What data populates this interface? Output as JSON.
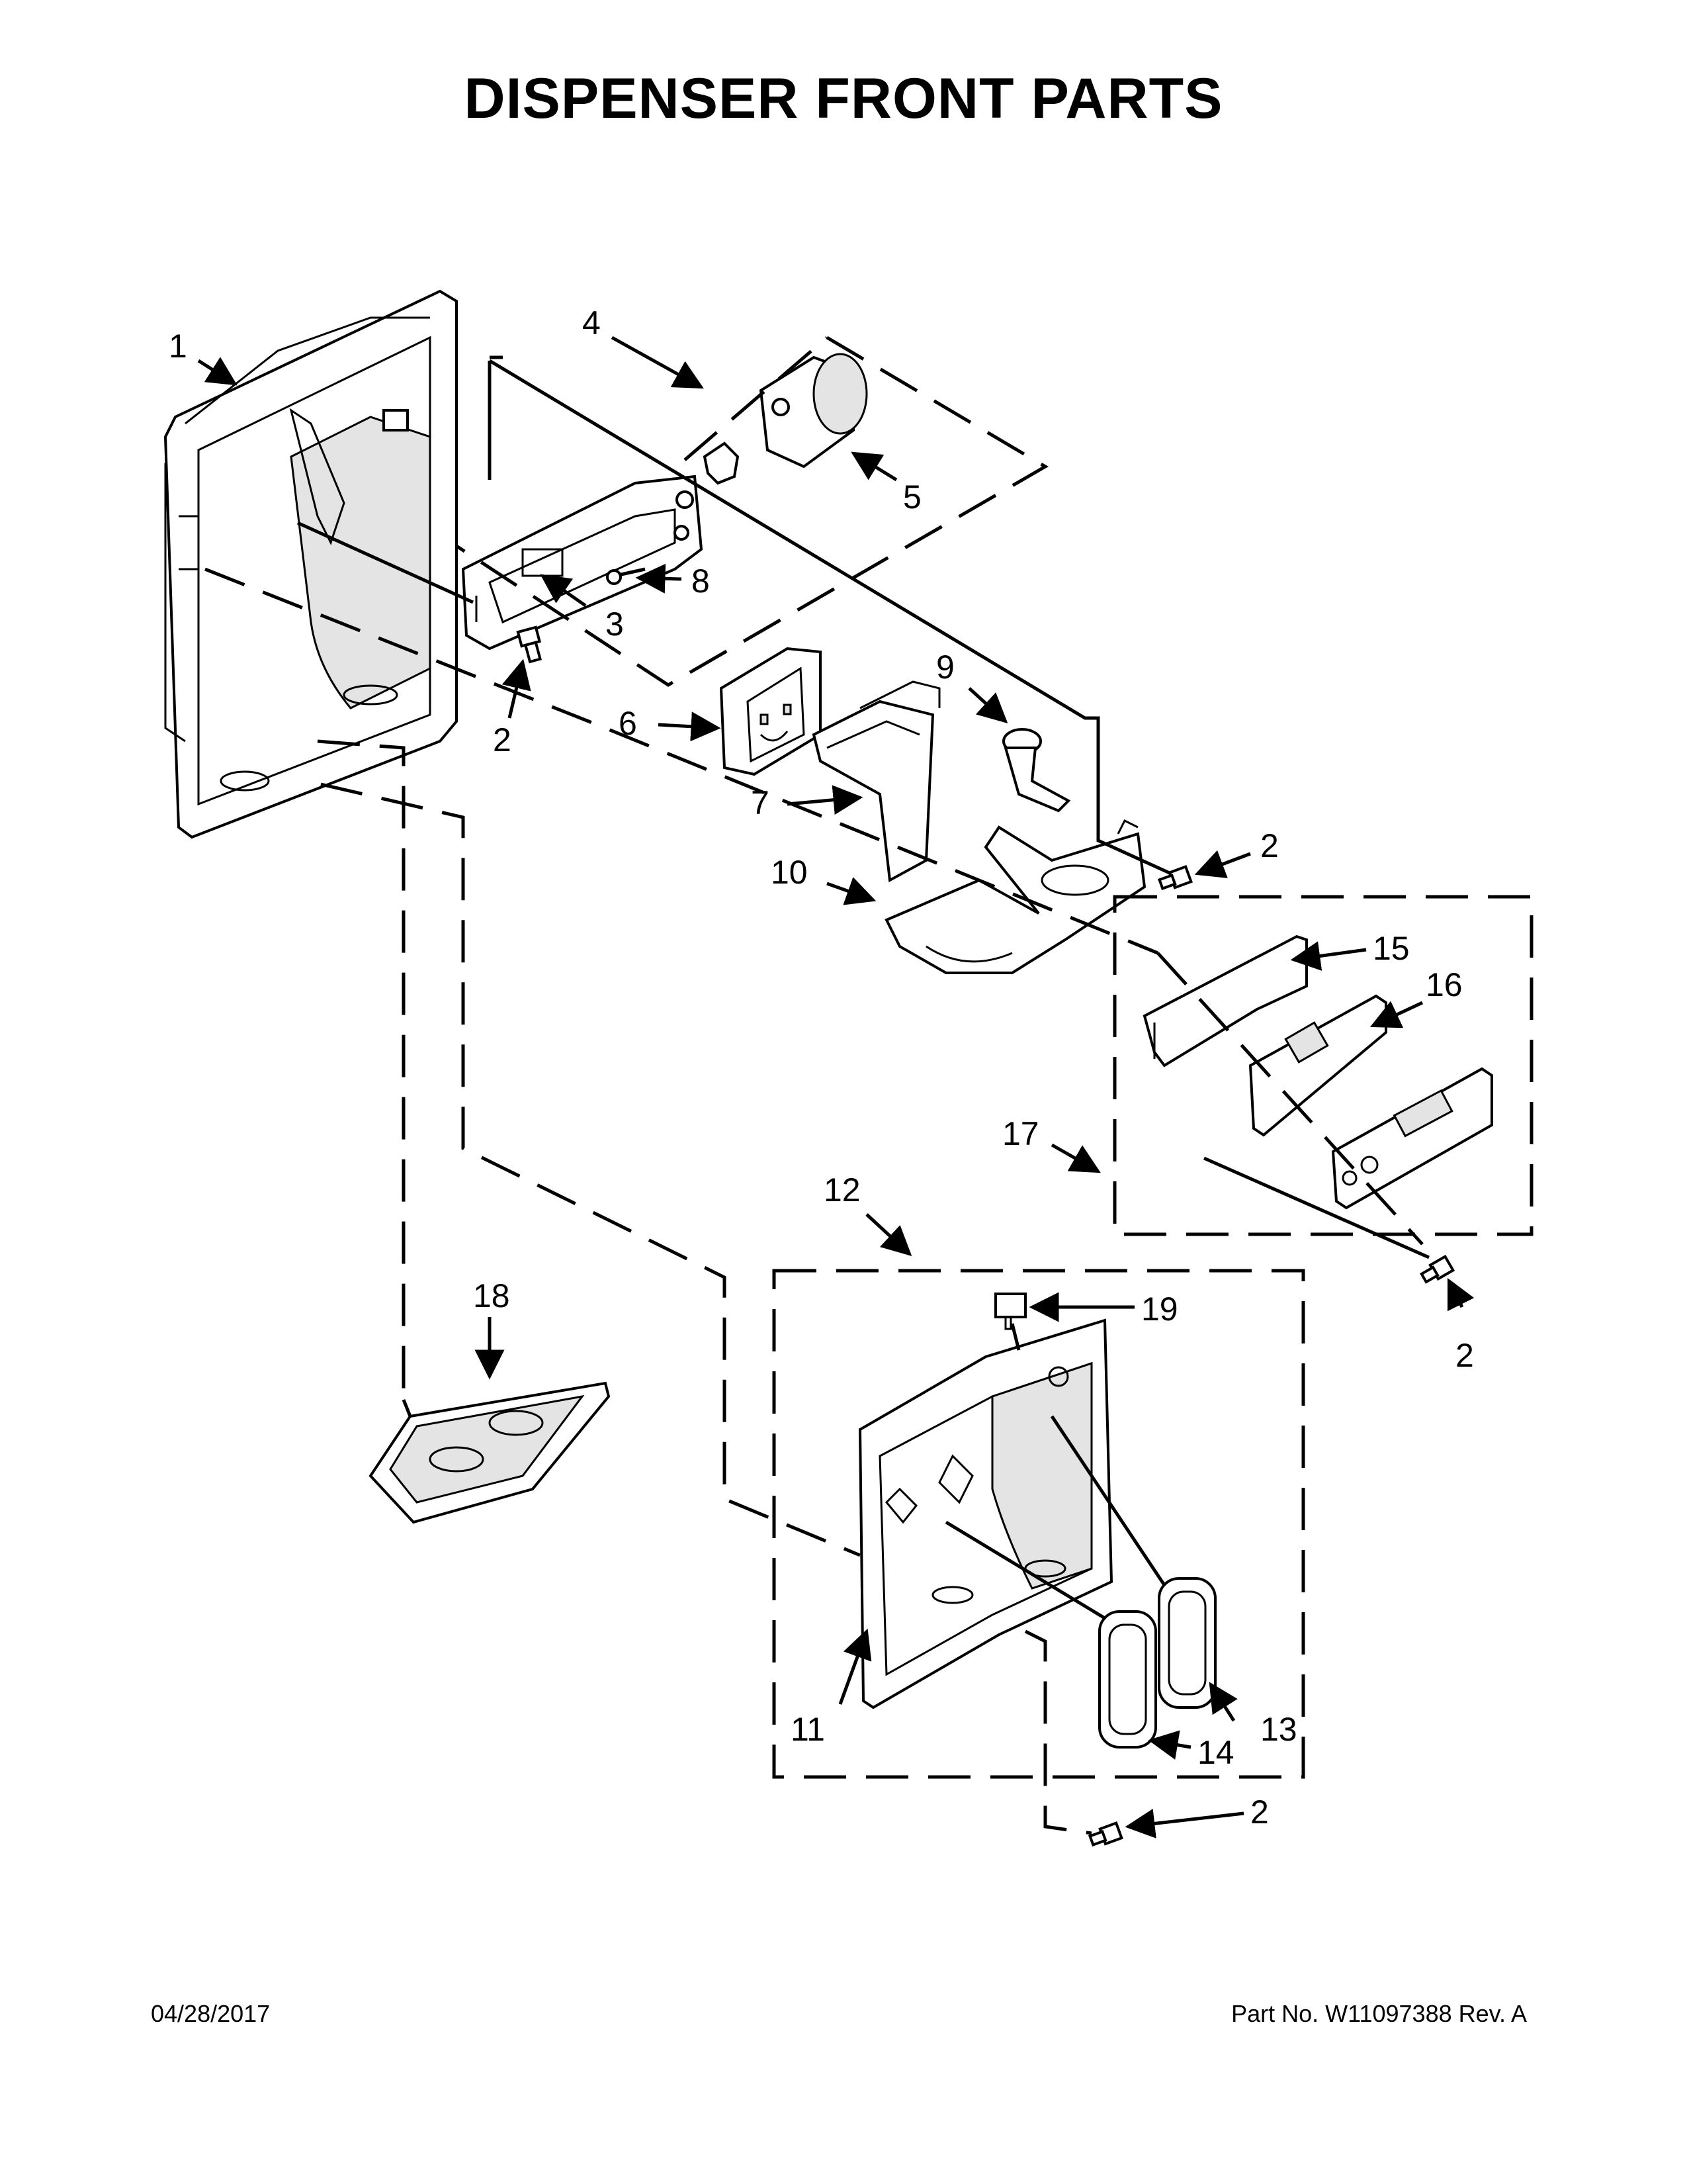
{
  "title": "DISPENSER FRONT PARTS",
  "footer": {
    "date": "04/28/2017",
    "part_number": "Part No.  W11097388  Rev.  A"
  },
  "callouts": {
    "c1": "1",
    "c2a": "2",
    "c2b": "2",
    "c2c": "2",
    "c2d": "2",
    "c3": "3",
    "c4": "4",
    "c5": "5",
    "c6": "6",
    "c7": "7",
    "c8": "8",
    "c9": "9",
    "c10": "10",
    "c11": "11",
    "c12": "12",
    "c13": "13",
    "c14": "14",
    "c15": "15",
    "c16": "16",
    "c17": "17",
    "c18": "18",
    "c19": "19"
  }
}
